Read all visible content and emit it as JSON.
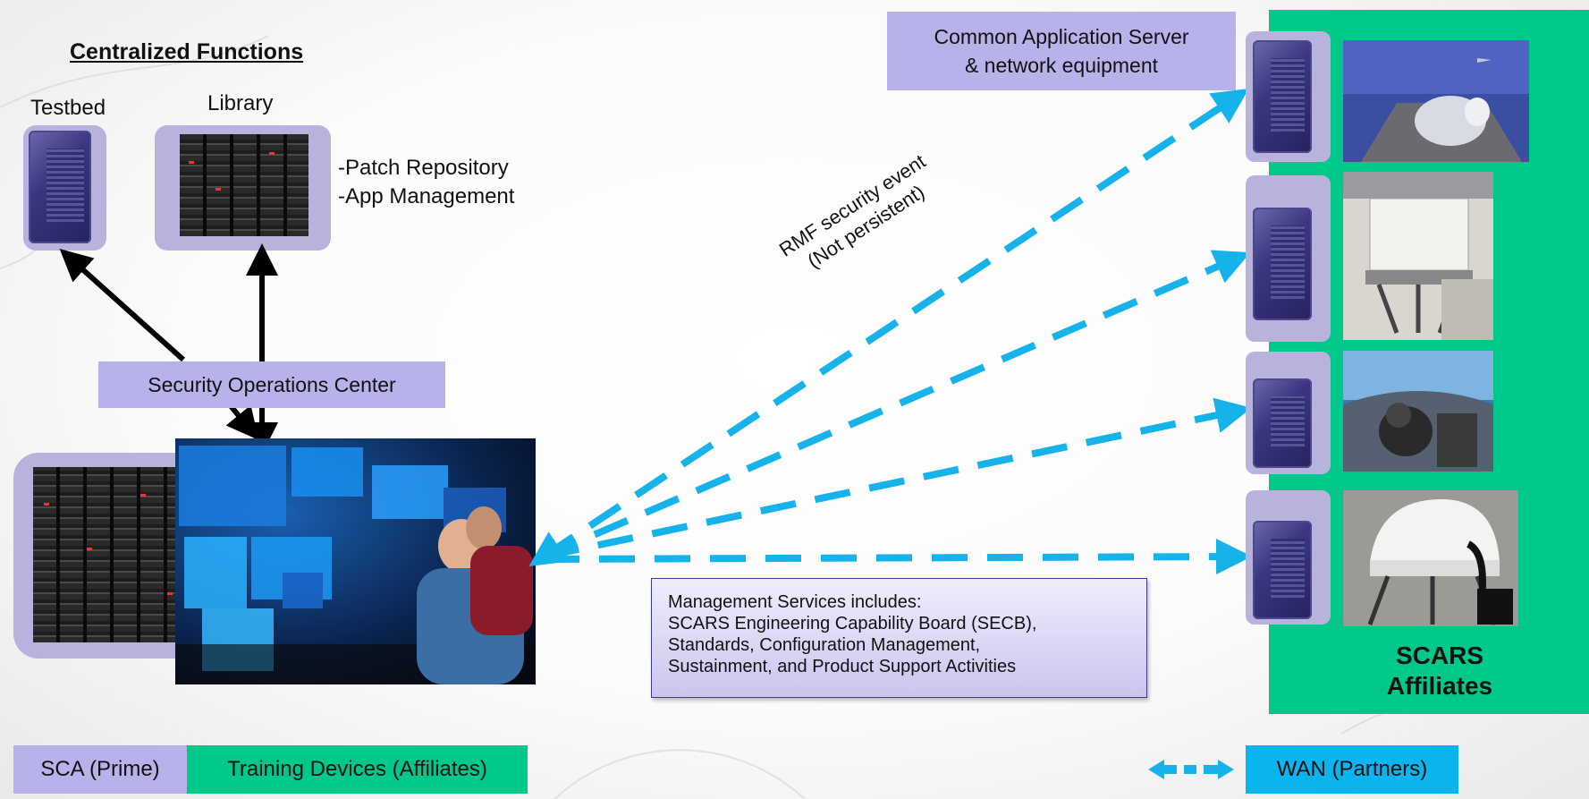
{
  "centralized": {
    "title": "Centralized Functions",
    "testbed": "Testbed",
    "library": "Library",
    "library_items": [
      "-Patch Repository",
      "-App Management"
    ]
  },
  "soc": {
    "label": "Security Operations Center"
  },
  "cas": {
    "line1": "Common Application Server",
    "line2": "& network equipment"
  },
  "rmf": {
    "line1": "RMF security event",
    "line2": "(Not persistent)"
  },
  "management": {
    "lines": [
      "Management Services includes:",
      "SCARS Engineering Capability Board (SECB),",
      "Standards, Configuration Management,",
      "Sustainment, and Product Support Activities"
    ]
  },
  "affiliates": {
    "line1": "SCARS",
    "line2": "Affiliates"
  },
  "legend": {
    "sca": "SCA (Prime)",
    "training": "Training Devices (Affiliates)",
    "wan": "WAN (Partners)"
  },
  "colors": {
    "lavender": "#b7b3ea",
    "green": "#00c88b",
    "wan_blue": "#0ab4ee",
    "arrow_blue": "#16b2ea"
  },
  "icons": [
    "server-icon",
    "rack-photo",
    "simulator-photo",
    "operations-photo",
    "double-arrow-icon"
  ]
}
